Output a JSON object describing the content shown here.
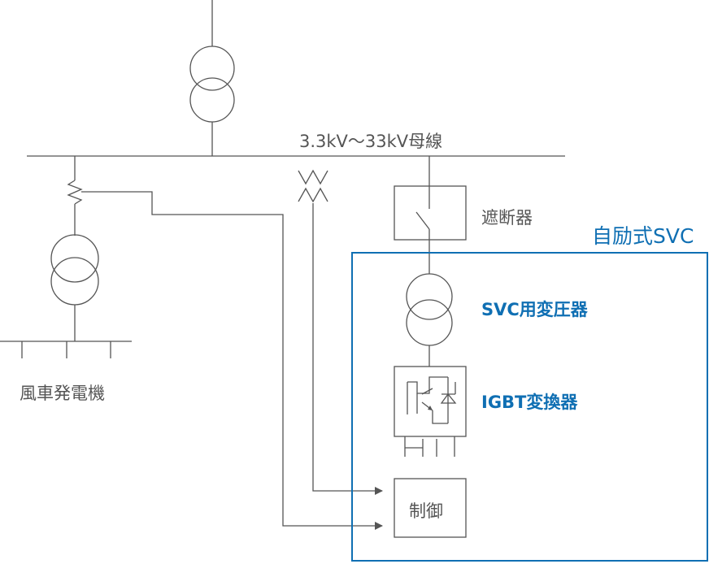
{
  "diagram": {
    "bus_label": "3.3kV〜33kV母線",
    "breaker_label": "遮断器",
    "svc_title": "自励式SVC",
    "svc_transformer_label": "SVC用変圧器",
    "igbt_converter_label": "IGBT変換器",
    "control_label": "制御",
    "generator_label": "風車発電機"
  },
  "colors": {
    "line": "#555555",
    "accent": "#0f6fb3"
  }
}
